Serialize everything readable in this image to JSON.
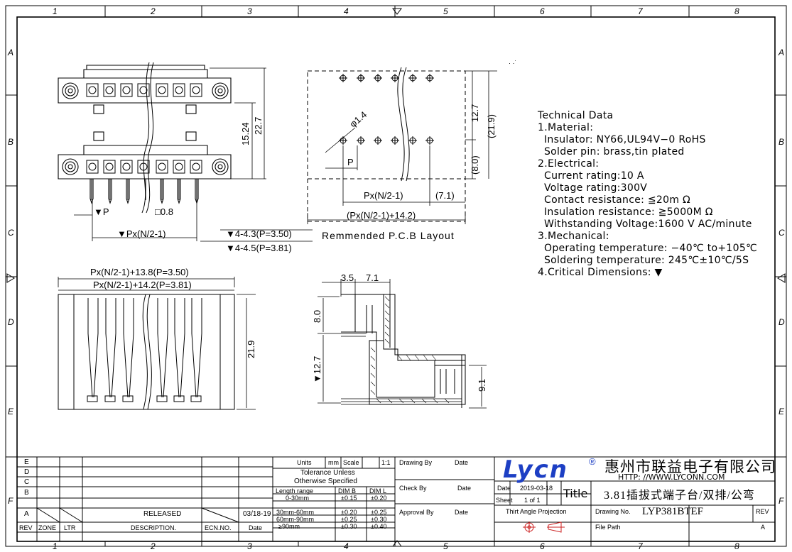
{
  "frame": {
    "col_labels": [
      "1",
      "2",
      "3",
      "4",
      "5",
      "6",
      "7",
      "8"
    ],
    "row_labels": [
      "A",
      "B",
      "C",
      "D",
      "E",
      "F"
    ]
  },
  "technical_data": {
    "title": "Technical Data",
    "material_heading": "1.Material:",
    "insulator": "Insulator: NY66,UL94V−0 RoHS",
    "solder_pin": "Solder pin: brass,tin plated",
    "electrical_heading": "2.Electrical:",
    "current": "Current rating:10 A",
    "voltage": "Voltage rating:300V",
    "contact": "Contact resistance: ≦20m Ω",
    "insulation": "Insulation resistance: ≧5000M Ω",
    "withstanding": "Withstanding Voltage:1600 V AC/minute",
    "mechanical_heading": "3.Mechanical:",
    "operating": "Operating temperature: −40℃ to+105℃",
    "soldering": "Soldering temperature: 245℃±10℃/5S",
    "critical": "4.Critical Dimensions: ▼"
  },
  "front_view": {
    "dim_height_inner": "15.24",
    "dim_height_outer": "22.7",
    "dim_p": "▼P",
    "dim_pin": "□0.8",
    "dim_span": "▼Px(N/2-1)",
    "dim_end_350": "▼4-4.3(P=3.50)",
    "dim_end_381": "▼4-4.5(P=3.81)"
  },
  "pcb_layout": {
    "dim_127": "12.7",
    "dim_219": "(21.9)",
    "dim_80": "(8.0)",
    "dim_hole": "φ1.4",
    "dim_p": "P",
    "dim_span": "Px(N/2-1)",
    "dim_71": "(7.1)",
    "dim_total": "(Px(N/2-1)+14.2)",
    "caption": "Remmended P.C.B Layout"
  },
  "bottom_view": {
    "dim_350": "Px(N/2-1)+13.8(P=3.50)",
    "dim_381": "Px(N/2-1)+14.2(P=3.81)",
    "dim_height": "21.9"
  },
  "side_view": {
    "dim_35": "3.5",
    "dim_71": "7.1",
    "dim_80": "8.0",
    "dim_127": "▼12.7",
    "dim_91": "9.1"
  },
  "title_block": {
    "rev_rows": [
      "E",
      "D",
      "C",
      "B",
      "A"
    ],
    "released": "RELEASED",
    "released_date": "03/18-19",
    "hdr_rev": "REV",
    "hdr_zone": "ZONE",
    "hdr_ltr": "LTR",
    "hdr_desc": "DESCRIPTION.",
    "hdr_ecn": "ECN.NO.",
    "hdr_date": "Date",
    "units_label": "Units",
    "units_value": "mm",
    "scale_label": "Scale",
    "scale_value": "1:1",
    "tolerance_line1": "Tolerance Unless",
    "tolerance_line2": "Otherwise Specified",
    "tol_headers": [
      "Length range",
      "DIM B",
      "DIM L"
    ],
    "tol_rows": [
      [
        "0-30mm",
        "±0.15",
        "±0.20"
      ],
      [
        "30mm-60mm",
        "±0.20",
        "±0.25"
      ],
      [
        "60mm-90mm",
        "±0.25",
        "±0.30"
      ],
      [
        "≥90mm",
        "±0.30",
        "±0.40"
      ]
    ],
    "drawing_by": "Drawing By",
    "check_by": "Check By",
    "approval_by": "Approval By",
    "date_label": "Date",
    "logo": "Lycn",
    "company": "惠州市联益电子有限公司",
    "website": "HTTP: //WWW.LYCONN.COM",
    "date_value": "2019-03-18",
    "sheet_label": "Sheet",
    "sheet_value": "1 of 1",
    "title_label": "Title",
    "title_value": "3.81插拔式端子台/双排/公弯",
    "projection": "Thirt Angle Projection",
    "drawing_no_label": "Drawing No.",
    "drawing_no": "LYP381BTEF",
    "rev_label": "REV",
    "rev_value": "A",
    "file_path_label": "File Path"
  }
}
